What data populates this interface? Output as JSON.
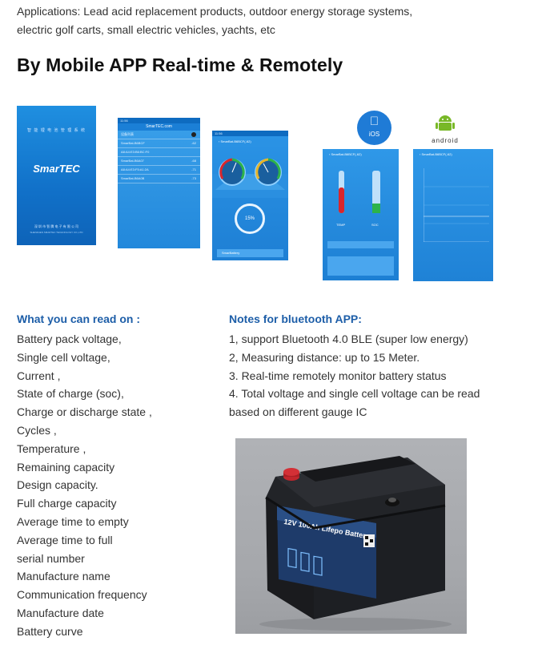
{
  "applications": {
    "line1": "Applications:  Lead acid replacement products, outdoor energy storage systems,",
    "line2": "electric golf carts, small electric vehicles, yachts, etc"
  },
  "heading": "By Mobile APP Real-time & Remotely",
  "screens": {
    "splash": {
      "logo": "SmarTEC"
    },
    "list": {
      "title": "SmarTEC.com"
    },
    "gauge": {
      "percent": "15%"
    }
  },
  "badges": {
    "ios": "iOS",
    "android": "android"
  },
  "read_section": {
    "title": "What you can read on :",
    "items": [
      "Battery pack voltage,",
      "Single cell voltage,",
      "Current ,",
      "State of charge (soc),",
      "Charge or discharge state ,",
      "Cycles ,",
      "Temperature ,",
      "Remaining capacity",
      "Design capacity.",
      "Full charge capacity",
      "Average time to empty",
      "Average time to full",
      "serial number",
      "Manufacture name",
      "Communication frequency",
      "Manufacture date",
      "Battery curve"
    ]
  },
  "notes_section": {
    "title": "Notes for bluetooth APP:",
    "items": [
      "1, support Bluetooth 4.0 BLE (super low energy)",
      "2, Measuring distance: up to 15 Meter.",
      "3. Real-time remotely monitor battery status",
      "4. Total voltage and single cell voltage can be read",
      "based on different gauge IC"
    ]
  },
  "battery_photo": {
    "label": "12V 100Ah Lifepo  Battery"
  },
  "colors": {
    "accent_blue": "#1d5ea8",
    "app_blue": "#1e7fd4",
    "ios_blue": "#1f7bd6",
    "android_green": "#78b827"
  }
}
